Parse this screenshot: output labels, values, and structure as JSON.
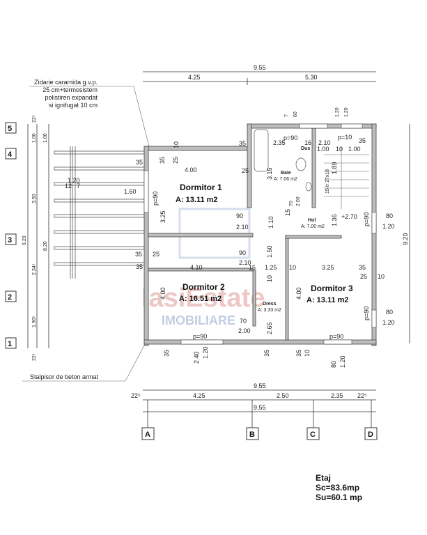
{
  "notes": {
    "wall_note": [
      "Zidarie caramida g.v.p.",
      "25 cm+termosistem",
      "polistiren expandat",
      "si ignifugat 10 cm"
    ],
    "column_note": "Stalpisor de beton armat"
  },
  "rooms": [
    {
      "name": "Dormitor 1",
      "area": "A: 13.11 m2"
    },
    {
      "name": "Dormitor 2",
      "area": "A: 16.51 m2"
    },
    {
      "name": "Dormitor 3",
      "area": "A: 13.11 m2"
    },
    {
      "name": "Baie",
      "area": "A: 7.06 m2"
    },
    {
      "name": "Hol",
      "area": "A: 7.00 m2"
    },
    {
      "name": "Dress",
      "area": "A: 3.33 m2"
    },
    {
      "name": "Dus",
      "area": ""
    }
  ],
  "grid_rows": [
    "5",
    "4",
    "3",
    "2",
    "1"
  ],
  "grid_cols": [
    "A",
    "B",
    "C",
    "D"
  ],
  "dims": {
    "top_total": "9.55",
    "top_a": "4.25",
    "top_b": "5.30",
    "bottom_total": "9.55",
    "bottom_a": "4.25",
    "bottom_b": "2.50",
    "bottom_c": "2.35",
    "bottom_offset_left": "22⁵",
    "bottom_offset_right": "22⁵",
    "bottom_total2": "9.55",
    "left_total": "9.20",
    "left_inner": "8.20",
    "left_1": "1.00",
    "left_2": "1.00",
    "left_3": "3.50",
    "left_4": "2.34⁵",
    "left_5": "1.90⁵",
    "left_top": "22⁵",
    "left_bottom": "22⁵",
    "right_total": "9.20",
    "stairs": "15 tr 27x18",
    "elevation": "+2.70",
    "misc": [
      "4.00",
      "3.25",
      "p=90",
      "1.60",
      "1.20",
      "35",
      "25",
      "10",
      "2.35",
      "p=90",
      "16",
      "2.10",
      "p=10",
      "1.00",
      "10",
      "1.00",
      "35",
      "3.15",
      "1.89",
      "70",
      "2.00",
      "15",
      "1.10",
      "1.36",
      "p=90",
      "80",
      "1.20",
      "90",
      "2.10",
      "4.10",
      "90",
      "2.10",
      "15",
      "1.25",
      "10",
      "3.25",
      "35",
      "25",
      "10",
      "4.00",
      "4.00",
      "1.50",
      "10",
      "2.65",
      "70",
      "2.00",
      "p=90",
      "p=90",
      "80",
      "1.20",
      "35",
      "2.40",
      "1.20",
      "35",
      "35",
      "10",
      "80",
      "1.20",
      "12",
      "7",
      "7",
      "60",
      "1.20",
      "1.20",
      "60",
      "25",
      "35",
      "25",
      "2.10",
      "90",
      "35",
      "35",
      "25"
    ]
  },
  "summary": {
    "level": "Etaj",
    "sc": "Sc=83.6mp",
    "su": "Su=60.1 mp"
  },
  "watermark": {
    "brand": "IasiEstate",
    "sub": "IMOBILIARE"
  }
}
